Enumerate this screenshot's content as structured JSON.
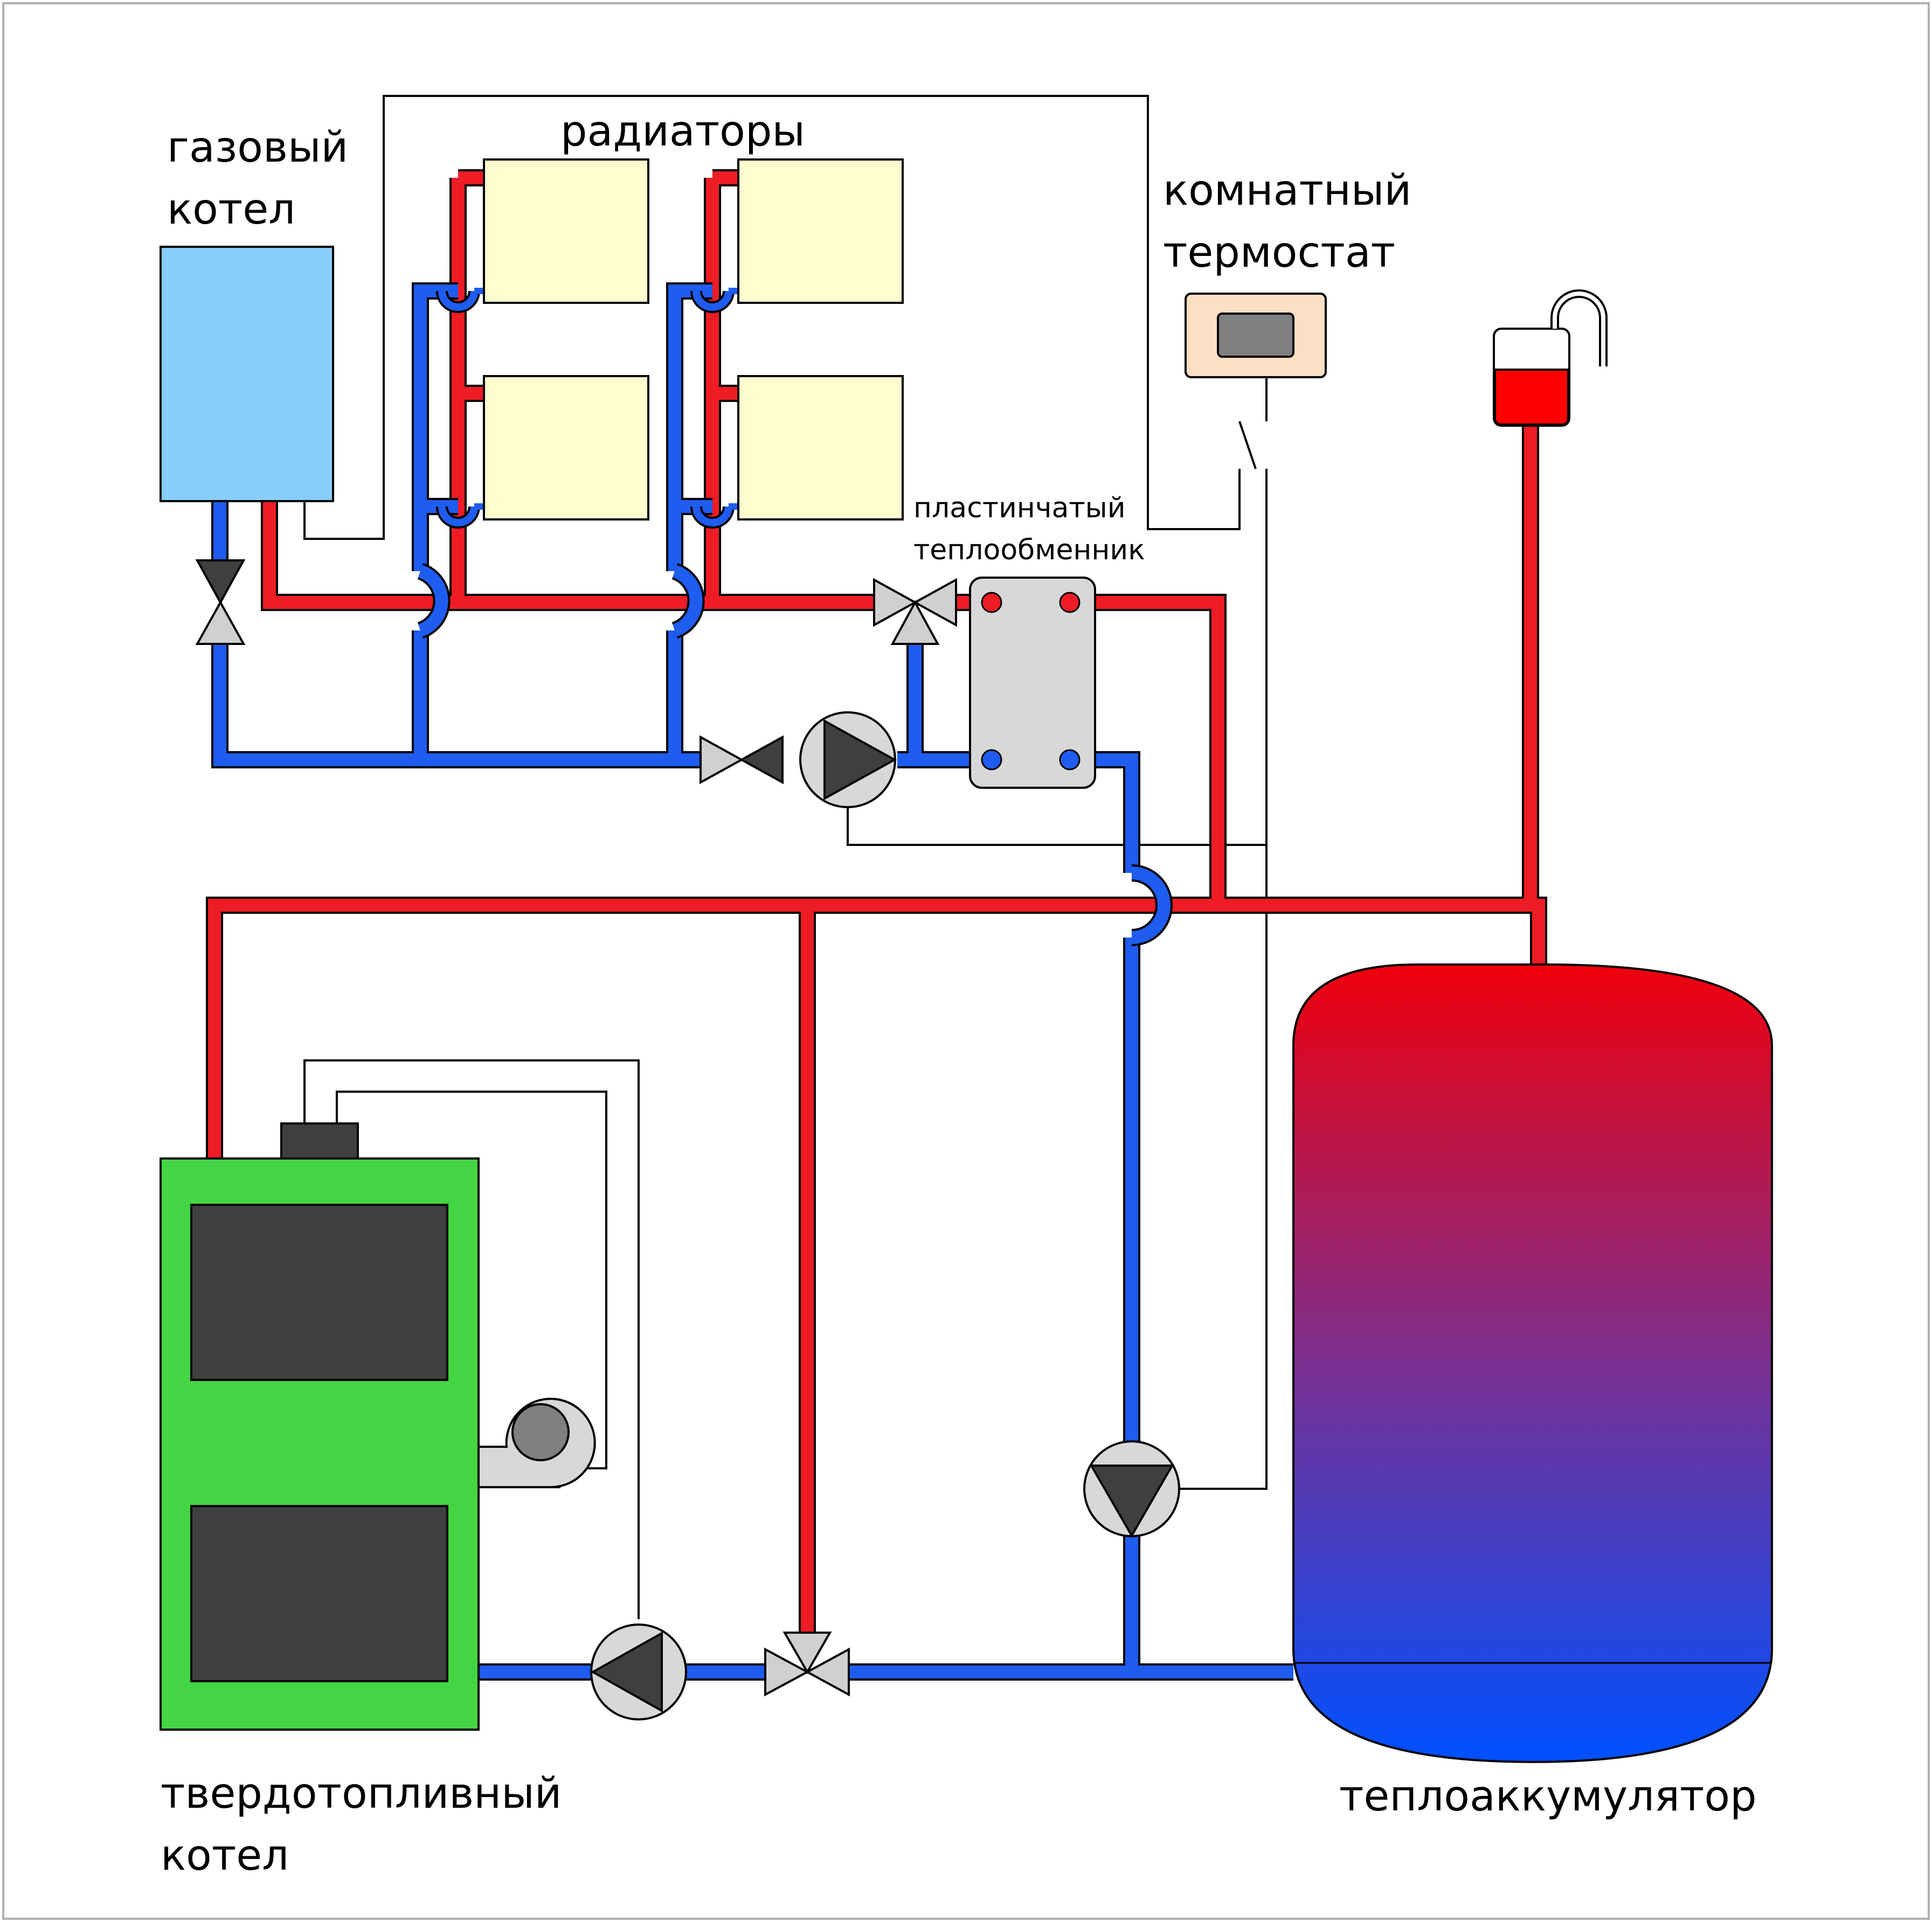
{
  "labels": {
    "gas_boiler_line1": "газовый",
    "gas_boiler_line2": "котел",
    "radiators": "радиаторы",
    "thermostat_line1": "комнатный",
    "thermostat_line2": "термостат",
    "heat_exchanger_line1": "пластинчатый",
    "heat_exchanger_line2": "теплообменник",
    "solid_boiler_line1": "твердотопливный",
    "solid_boiler_line2": "котел",
    "accumulator": "теплоаккумулятор"
  },
  "colors": {
    "hot_pipe": "#ee1c25",
    "cold_pipe": "#1f5cf0",
    "gas_boiler": "#87cefa",
    "radiator": "#fffdd0",
    "thermostat": "#fde0c4",
    "heat_exchanger": "#d8d8d8",
    "solid_boiler": "#44d544",
    "dark_panel": "#3f3f3f",
    "tank_top": "#f0000c",
    "tank_middle": "#7a2f8f",
    "tank_bottom": "#0050ff",
    "expansion_water": "#ff0000"
  }
}
